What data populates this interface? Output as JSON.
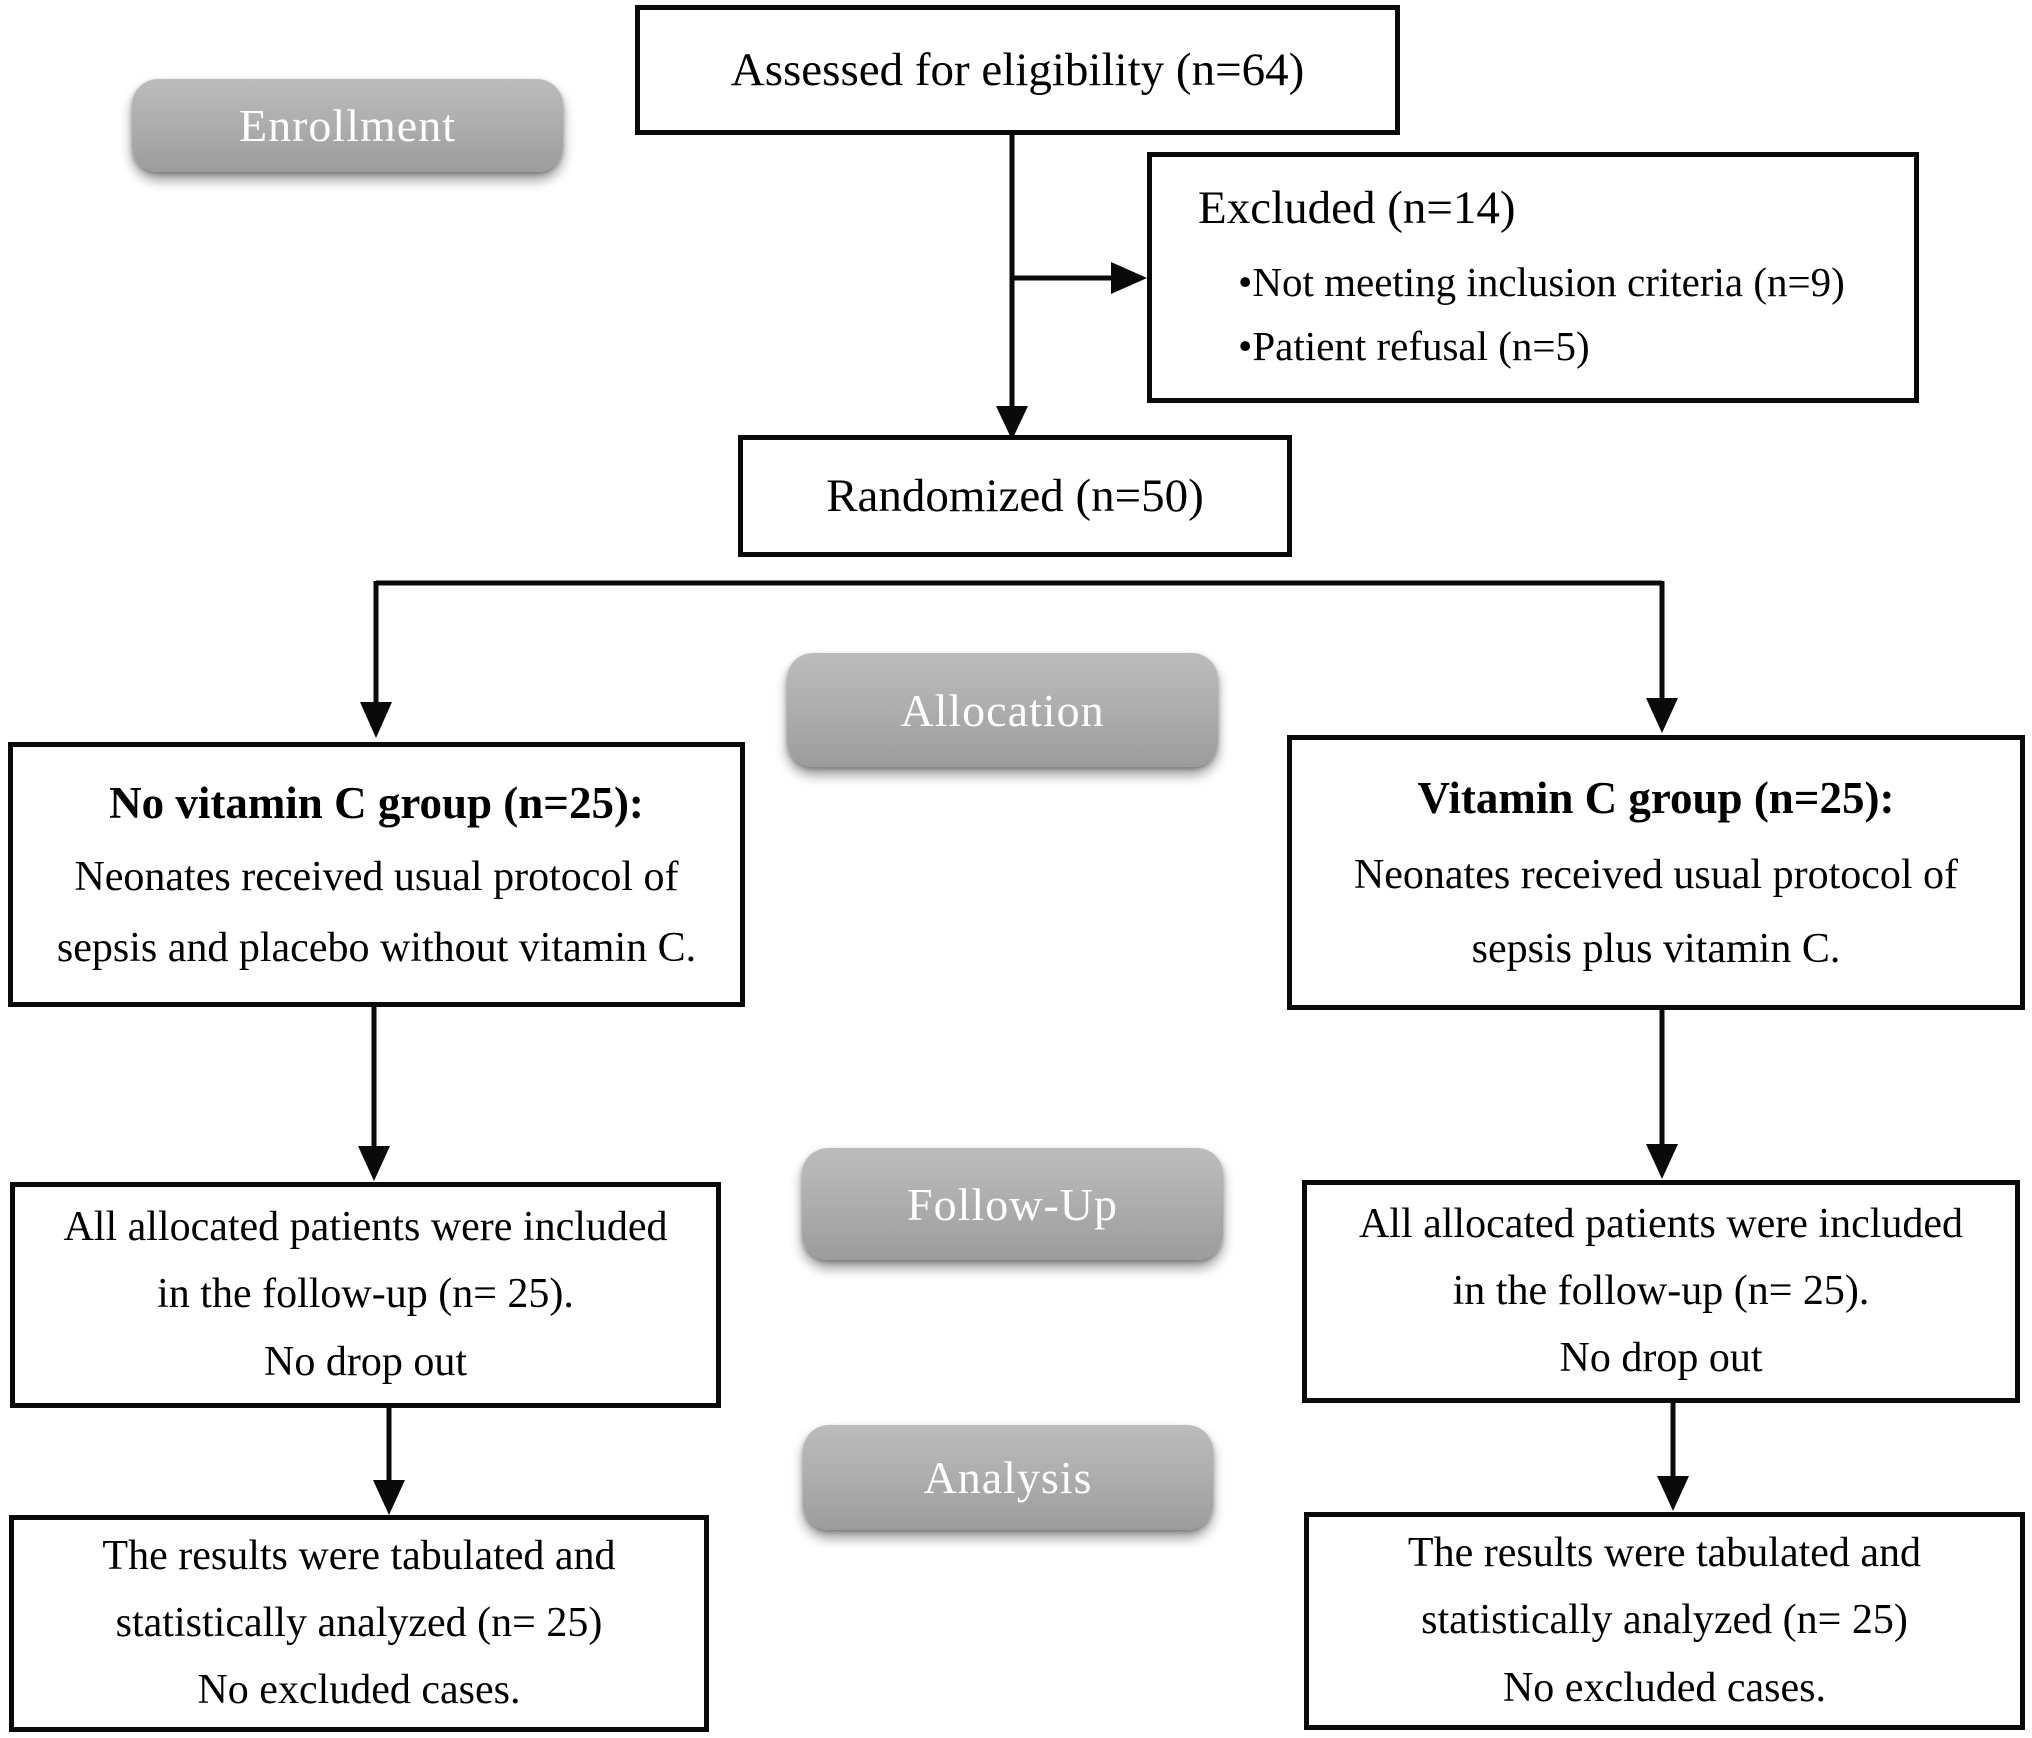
{
  "figure": {
    "type": "consort-flow-diagram",
    "description": "Randomized trial flow of neonates with sepsis assigned to vitamin C or no vitamin C"
  },
  "stage_labels": {
    "enrollment": "Enrollment",
    "allocation": "Allocation",
    "followup": "Follow-Up",
    "analysis": "Analysis"
  },
  "nodes": {
    "assessed": {
      "text": "Assessed for eligibility (n=64)"
    },
    "excluded": {
      "title": "Excluded (n=14)",
      "reasons": [
        "•Not meeting inclusion criteria (n=9)",
        "•Patient refusal (n=5)"
      ]
    },
    "randomized": {
      "text": "Randomized (n=50)"
    },
    "allocation_left": {
      "title": "No vitamin C group (n=25):",
      "lines": [
        "Neonates received usual protocol of",
        "sepsis and placebo without vitamin C."
      ]
    },
    "allocation_right": {
      "title": "Vitamin C group (n=25):",
      "lines": [
        "Neonates received usual protocol of",
        "sepsis plus vitamin C."
      ]
    },
    "followup_left": {
      "lines": [
        "All allocated patients were included",
        "in the follow-up (n= 25).",
        "No drop out"
      ]
    },
    "followup_right": {
      "lines": [
        "All allocated patients were included",
        "in the follow-up (n= 25).",
        "No drop out"
      ]
    },
    "analysis_left": {
      "lines": [
        "The results were tabulated and",
        "statistically analyzed (n= 25)",
        "No excluded cases."
      ]
    },
    "analysis_right": {
      "lines": [
        "The results were tabulated and",
        "statistically analyzed (n= 25)",
        "No excluded cases."
      ]
    }
  },
  "colors": {
    "background": "#ffffff",
    "box_border": "#0a0a0a",
    "text": "#000000",
    "pill_fill": "#a9a9a9",
    "pill_text": "#ffffff"
  }
}
